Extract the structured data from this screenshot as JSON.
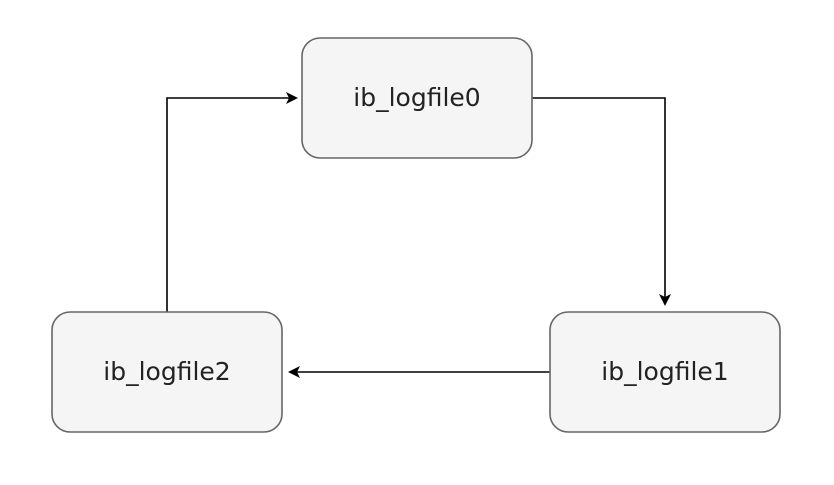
{
  "diagram": {
    "nodes": [
      {
        "id": "n0",
        "label": "ib_logfile0"
      },
      {
        "id": "n1",
        "label": "ib_logfile1"
      },
      {
        "id": "n2",
        "label": "ib_logfile2"
      }
    ],
    "edges": [
      {
        "from": "n0",
        "to": "n1"
      },
      {
        "from": "n1",
        "to": "n2"
      },
      {
        "from": "n2",
        "to": "n0"
      }
    ],
    "colors": {
      "node_fill": "#f5f5f5",
      "node_stroke": "#666666",
      "edge": "#000000",
      "text": "#222222"
    }
  }
}
